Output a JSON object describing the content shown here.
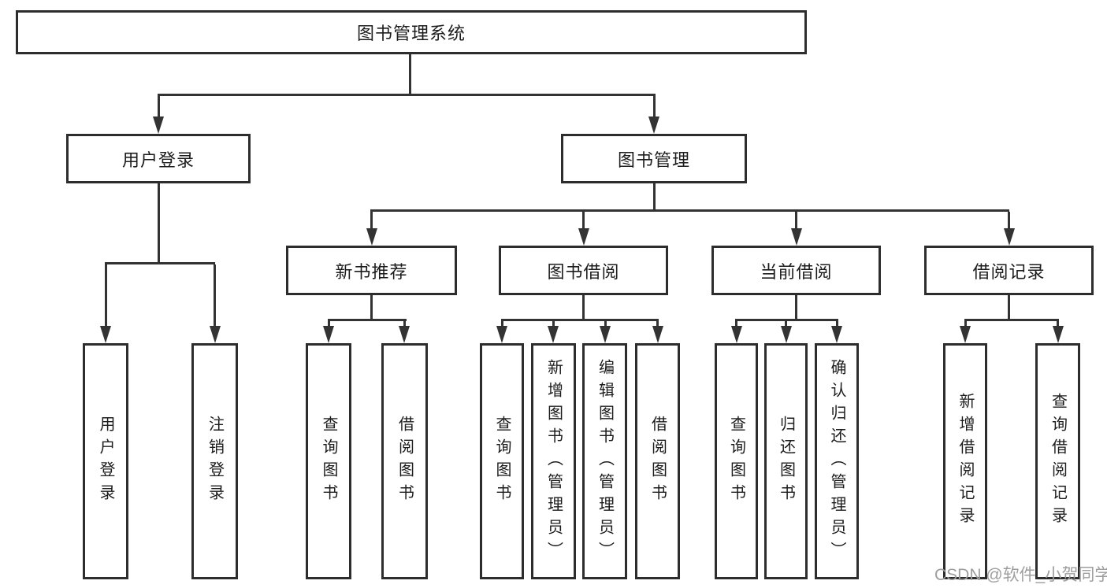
{
  "diagram": {
    "root": {
      "label": "图书管理系统"
    },
    "branches": [
      {
        "label": "用户登录",
        "children": [
          {
            "label": "用户登录"
          },
          {
            "label": "注销登录"
          }
        ]
      },
      {
        "label": "图书管理",
        "children": [
          {
            "label": "新书推荐",
            "children": [
              {
                "label": "查询图书"
              },
              {
                "label": "借阅图书"
              }
            ]
          },
          {
            "label": "图书借阅",
            "children": [
              {
                "label": "查询图书"
              },
              {
                "label": "新增图书（管理员）"
              },
              {
                "label": "编辑图书（管理员）"
              },
              {
                "label": "借阅图书"
              }
            ]
          },
          {
            "label": "当前借阅",
            "children": [
              {
                "label": "查询图书"
              },
              {
                "label": "归还图书"
              },
              {
                "label": "确认归还（管理员）"
              }
            ]
          },
          {
            "label": "借阅记录",
            "children": [
              {
                "label": "新增借阅记录"
              },
              {
                "label": "查询借阅记录"
              }
            ]
          }
        ]
      }
    ]
  },
  "watermark": {
    "text": "CSDN @软件_小贺同学"
  },
  "colors": {
    "line": "#333333",
    "box_border": "#2d2d2d",
    "text": "#1c1c1c",
    "watermark": "#9e9e9e",
    "background": "#ffffff"
  }
}
